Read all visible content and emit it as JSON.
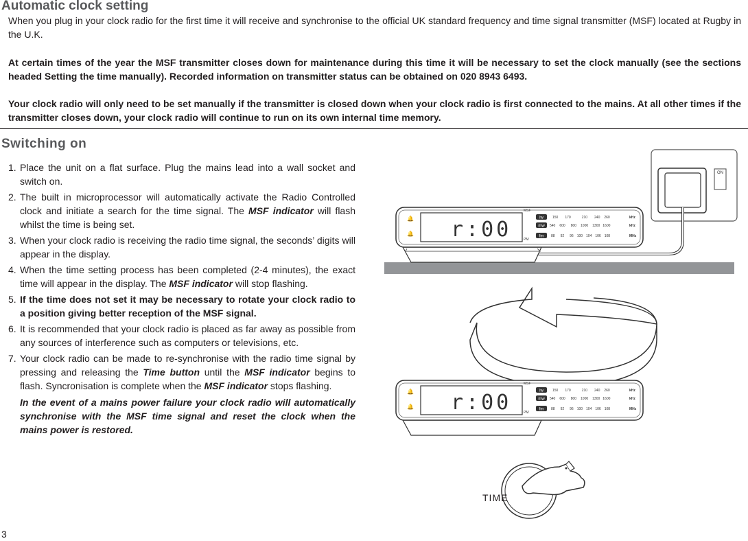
{
  "section1": {
    "title": "Automatic clock setting",
    "intro": "When you plug in your clock radio for the first time it  will receive and synchronise to  the official UK standard frequency and time signal transmitter (MSF) located at Rugby in the U.K.",
    "maintenance": "At certain times of the year the MSF transmitter closes down for maintenance during this time it will be necessary to set the clock manually (see the sections headed Setting the time manually). Recorded information on transmitter status can be obtained on 020 8943 6493.",
    "manual_note": "Your clock radio will only need to be set manually if the transmitter is closed down when your clock radio is first connected to the mains. At all other times if the transmitter closes down, your clock radio will continue to run on its own  internal time memory."
  },
  "section2": {
    "title": "Switching on",
    "steps": [
      {
        "num": "1.",
        "text": "Place the unit on a flat surface. Plug the mains lead into a wall socket and switch on."
      },
      {
        "num": "2.",
        "text_a": "The built in microprocessor will automatically activate the Radio Controlled clock and initiate a search for the time signal. The ",
        "em": "MSF indicator",
        "text_b": " will flash whilst the time is being set."
      },
      {
        "num": "3.",
        "text": "When your clock radio is receiving the radio time signal, the seconds’ digits will appear in the display."
      },
      {
        "num": "4.",
        "text_a": "When the time setting process has been completed (2-4 minutes), the exact time will appear in the display. The ",
        "em": "MSF indicator",
        "text_b": " will stop flashing."
      },
      {
        "num": "5.",
        "text": " If the time does not set it may be necessary to rotate your clock radio to a position giving better reception of the MSF signal."
      },
      {
        "num": "6.",
        "text": "It is recommended that your clock radio is placed as far away as possible from any sources of interference such as computers or televisions, etc."
      },
      {
        "num": "7.",
        "text_a": "Your clock radio can be made to re-synchronise with the radio time signal by pressing  and releasing  the ",
        "em1": "Time button",
        "text_b": " until the ",
        "em2": "MSF indicator",
        "text_c": " begins to flash. Syncronisation is complete when the ",
        "em3": "MSF indicator",
        "text_d": " stops flashing."
      }
    ],
    "power_note": "In the event of a mains power  failure your clock radio will automatically synchronise with the MSF time signal and reset the clock when the mains power is restored."
  },
  "illustration": {
    "socket_label": "ON",
    "display_digits": "r:00",
    "msf_label": "MSF",
    "pm_label": "PM",
    "band_lw": "lw",
    "band_mw": "mw",
    "band_fm": "fm",
    "scale_lw": [
      "150",
      "170",
      "210",
      "240",
      "260"
    ],
    "scale_mw": [
      "540",
      "600",
      "800",
      "1000",
      "1300",
      "1600"
    ],
    "scale_fm": [
      "88",
      "92",
      "96",
      "100",
      "104",
      "106",
      "108"
    ],
    "unit_khz": "kHz",
    "unit_mhz": "MHz",
    "time_label": "TIME"
  },
  "page_number": "3"
}
